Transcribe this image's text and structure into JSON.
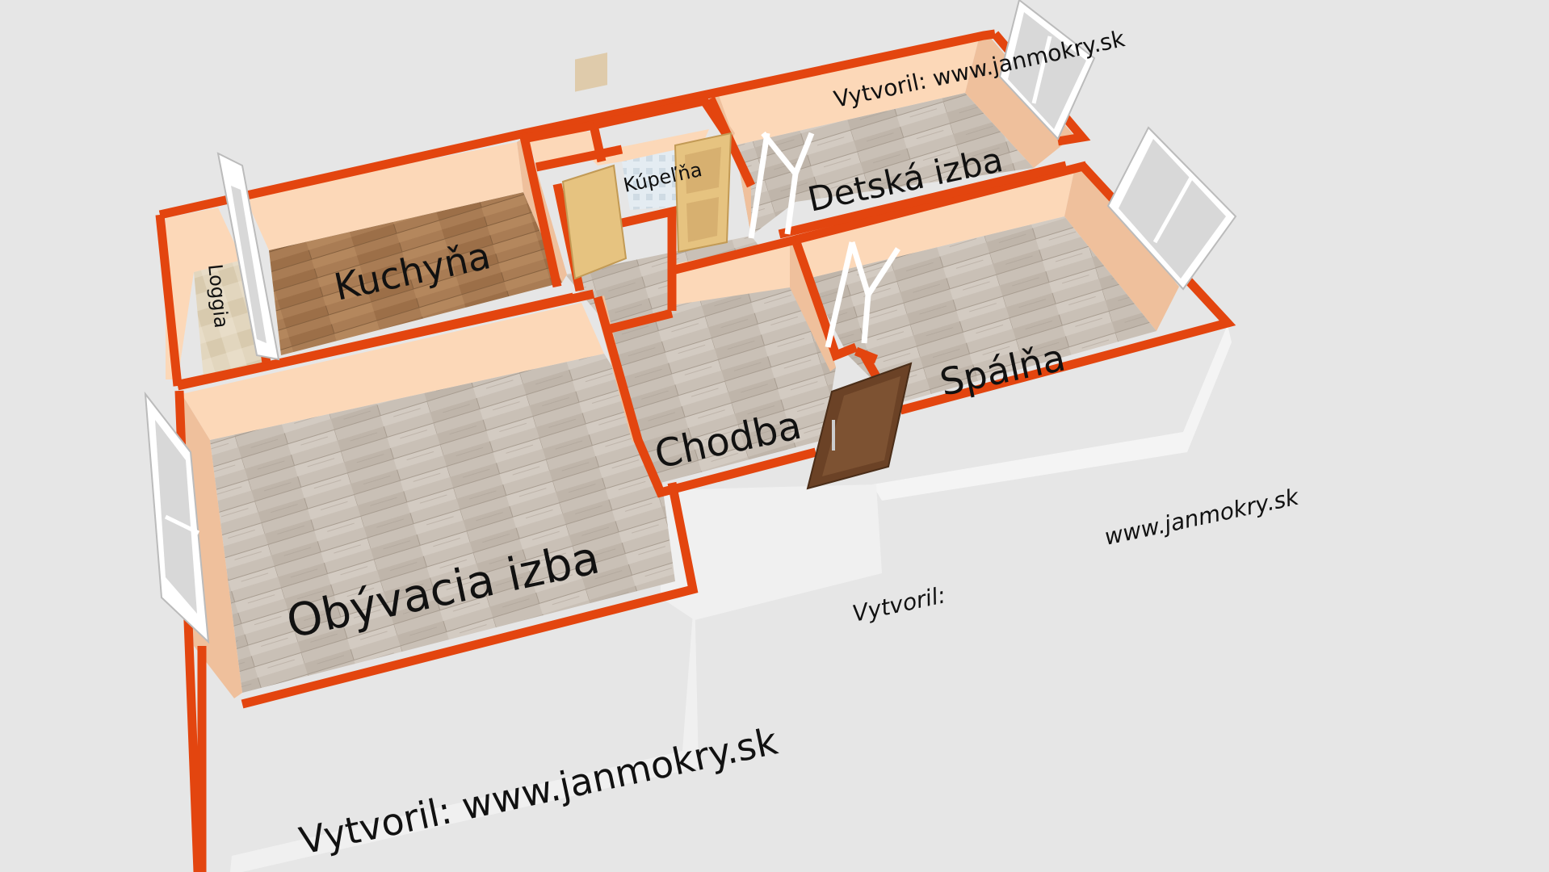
{
  "rooms": {
    "loggia": "Loggia",
    "kitchen": "Kuchyňa",
    "bath": "Kúpeľňa",
    "kids_room": "Detská izba",
    "living_room": "Obývacia izba",
    "hallway": "Chodba",
    "bedroom": "Spálňa"
  },
  "watermarks": {
    "top": "Vytvoril: www.janmokry.sk",
    "bottom_left": "Vytvoril: www.janmokry.sk",
    "right_url": "www.janmokry.sk",
    "right_prefix": "Vytvoril:"
  },
  "colors": {
    "wall_red": "#e3450f",
    "wall_face": "#fcd8b8",
    "wall_face_shade": "#efc09c",
    "floor_grey": "#c8bfb4",
    "floor_kitchen": "#a77a52",
    "floor_tile": "#e0d4bc",
    "door_light": "#e6c380",
    "door_dark": "#6b4226",
    "window_frame": "#ffffff",
    "window_glass": "#d8d8d8"
  }
}
